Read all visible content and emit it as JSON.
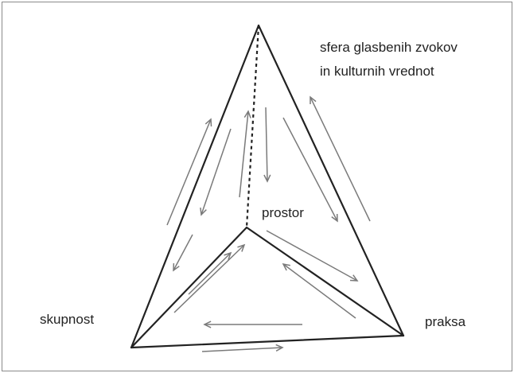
{
  "diagram": {
    "labels": {
      "top_line1": "sfera glasbenih zvokov",
      "top_line2": "in kulturnih vrednot",
      "center": "prostor",
      "left": "skupnost",
      "right": "praksa"
    },
    "colors": {
      "edges": "#222222",
      "arrows": "#7a7a7a",
      "frame": "#8a8a8a"
    },
    "edges": [
      {
        "from": "apex",
        "to": "left",
        "style": "solid"
      },
      {
        "from": "apex",
        "to": "right",
        "style": "solid"
      },
      {
        "from": "left",
        "to": "right",
        "style": "solid"
      },
      {
        "from": "center",
        "to": "left",
        "style": "solid"
      },
      {
        "from": "center",
        "to": "right",
        "style": "solid"
      },
      {
        "from": "apex",
        "to": "center",
        "style": "dashed"
      }
    ]
  }
}
